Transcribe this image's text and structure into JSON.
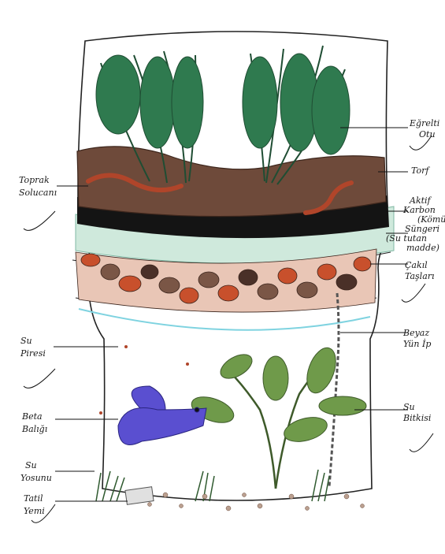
{
  "labels": {
    "egrelti_otu": [
      "Eğrelti",
      "Otu"
    ],
    "torf": [
      "Torf"
    ],
    "aktif_karbon": [
      "Aktif",
      "Karbon",
      "(Kömür)"
    ],
    "sunger": [
      "Süngeri",
      "(Su tutan",
      "madde)"
    ],
    "cakil": [
      "Çakıl",
      "Taşları"
    ],
    "beyaz_yun": [
      "Beyaz",
      "Yün İp"
    ],
    "su_bitkisi": [
      "Su",
      "Bitkisi"
    ],
    "toprak_solucani": [
      "Toprak",
      "Solucanı"
    ],
    "su_piresi": [
      "Su",
      "Piresi"
    ],
    "beta_baligi": [
      "Beta",
      "Balığı"
    ],
    "su_yosunu": [
      "Su",
      "Yosunu"
    ],
    "tatil_yemi": [
      "Tatil",
      "Yemi"
    ]
  },
  "colors": {
    "fern": "#2f7a4f",
    "soil": "#6e4a3a",
    "charcoal": "#111111",
    "sponge": "#bfe3d4",
    "gravel_red": "#c8502c",
    "gravel_brown": "#7a5646",
    "water_line": "#7fd3e0",
    "fish": "#5a4fd0",
    "plant": "#6f9a4a",
    "worm": "#b0452a"
  }
}
